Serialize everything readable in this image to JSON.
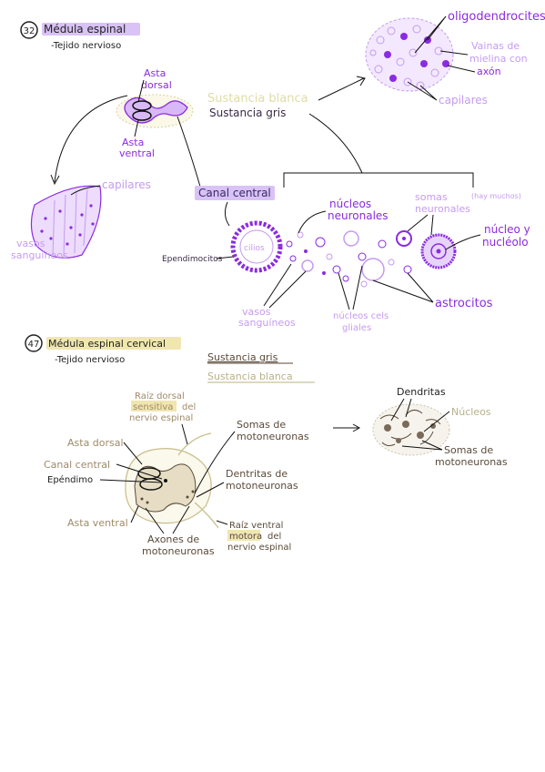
{
  "section1": {
    "number": "32",
    "title": "Médula espinal",
    "subtitle": "-Tejido nervioso",
    "labels": {
      "asta_dorsal_1": "Asta",
      "asta_dorsal_2": "dorsal",
      "asta_ventral_1": "Asta",
      "asta_ventral_2": "ventral",
      "sustancia_blanca": "Sustancia blanca",
      "sustancia_gris": "Sustancia gris",
      "capilares_left": "capilares",
      "vasos_left_1": "vasos",
      "vasos_left_2": "sanguíneos",
      "oligodendrocitos": "oligodendrocites",
      "vainas_1": "Vainas de",
      "vainas_2": "mielina con",
      "axon": "axón",
      "capilares_right": "capilares",
      "canal_central": "Canal central",
      "ependimocitos": "Ependimocitos",
      "cilios": "cilios",
      "nucleos_neuronales_1": "núcleos",
      "nucleos_neuronales_2": "neuronales",
      "somas_neuronales_1": "somas",
      "somas_neuronales_2": "neuronales",
      "hay_muchos": "(hay muchos)",
      "nucleo_y_1": "núcleo y",
      "nucleo_y_2": "nucléolo",
      "vasos_bottom_1": "vasos",
      "vasos_bottom_2": "sanguíneos",
      "nucleos_glia_1": "núcleos cels",
      "nucleos_glia_2": "gliales",
      "astrocitos": "astrocitos"
    }
  },
  "section2": {
    "number": "47",
    "title": "Médula espinal cervical",
    "subtitle": "-Tejido nervioso",
    "labels": {
      "sustancia_gris": "Sustancia gris",
      "sustancia_blanca": "Sustancia blanca",
      "raiz_dorsal_1": "Raíz dorsal",
      "raiz_dorsal_2a": "sensitiva",
      "raiz_dorsal_2b": "del",
      "raiz_dorsal_3": "nervio espinal",
      "somas_moto_1": "Somas de",
      "somas_moto_2": "motoneuronas",
      "asta_dorsal": "Asta dorsal",
      "canal_central": "Canal central",
      "ependimo": "Epéndimo",
      "dendritas_moto_1": "Dentritas de",
      "dendritas_moto_2": "motoneuronas",
      "asta_ventral": "Asta ventral",
      "raiz_ventral_1": "Raíz ventral",
      "raiz_ventral_2a": "motora",
      "raiz_ventral_2b": "del",
      "raiz_ventral_3": "nervio espinal",
      "axones_1": "Axones de",
      "axones_2": "motoneuronas",
      "dendritas": "Dendritas",
      "nucleos": "Núcleos",
      "somas_right_1": "Somas de",
      "somas_right_2": "motoneuronas"
    }
  },
  "colors": {
    "purple": "#8a2be2",
    "light_purple": "#c59bf0",
    "highlight_purple": "#d9c2f5",
    "olive": "#b8b08a",
    "brown": "#5a4a3a",
    "highlight_yellow": "#f0e6b0"
  }
}
